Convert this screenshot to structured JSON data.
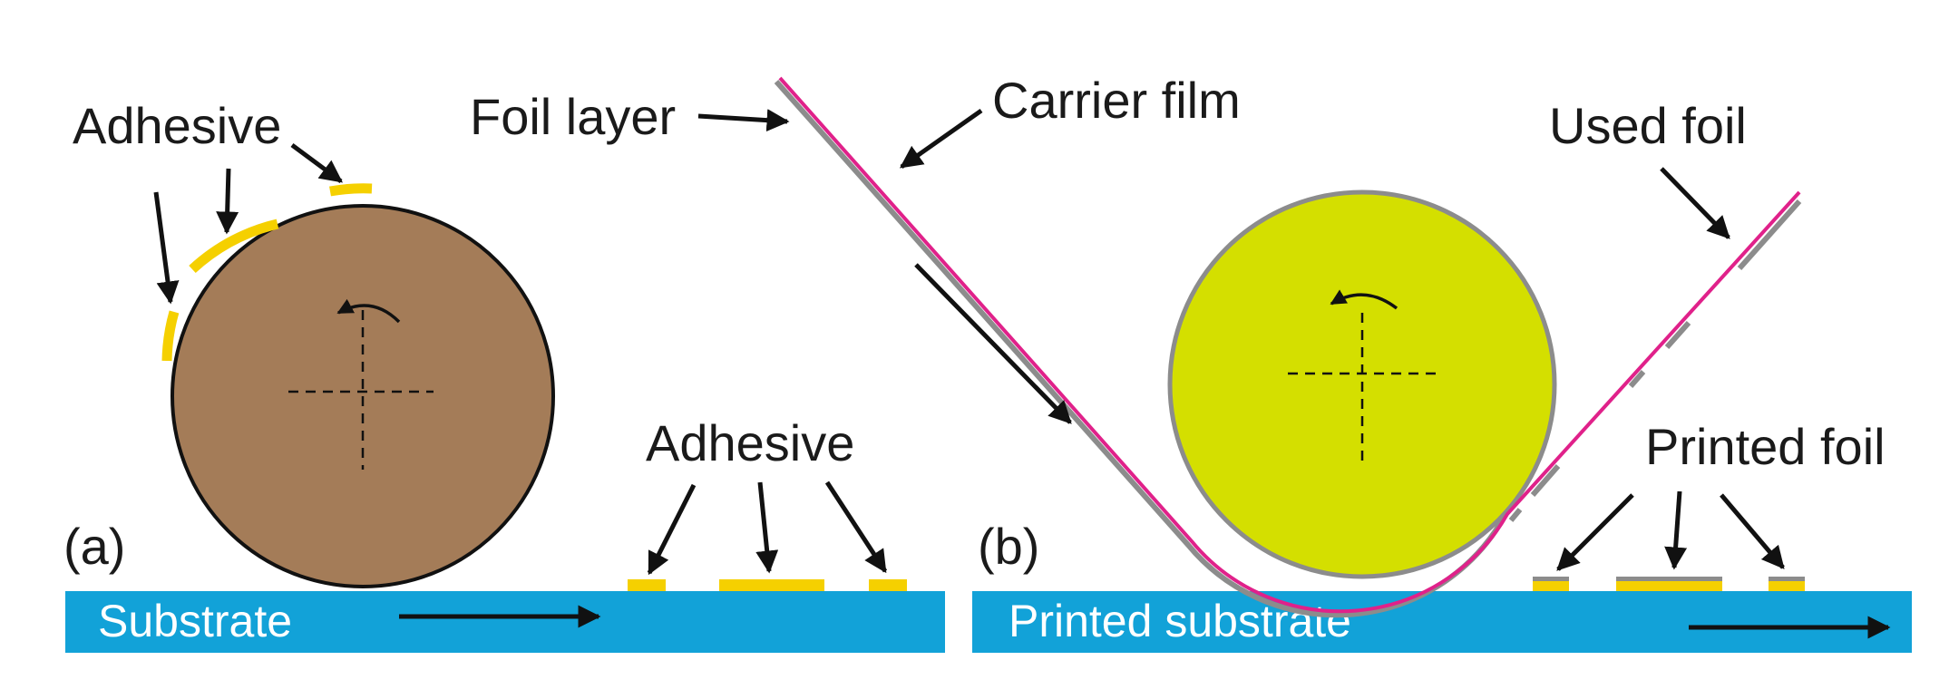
{
  "panel_a": {
    "tag": "(a)",
    "roller_label": "Adhesive",
    "substrate_label": "Substrate",
    "adhesive_label": "Adhesive",
    "roller_color": "#a47c58",
    "adhesive_color": "#f5d000"
  },
  "panel_b": {
    "tag": "(b)",
    "foil_layer_label": "Foil layer",
    "carrier_film_label": "Carrier film",
    "used_foil_label": "Used foil",
    "printed_foil_label": "Printed foil",
    "substrate_label": "Printed substrate",
    "roller_color": "#d4df00",
    "carrier_color": "#e0218a",
    "foil_color": "#8c8c8c"
  },
  "colors": {
    "substrate": "#12a2d8",
    "stroke": "#111111"
  }
}
